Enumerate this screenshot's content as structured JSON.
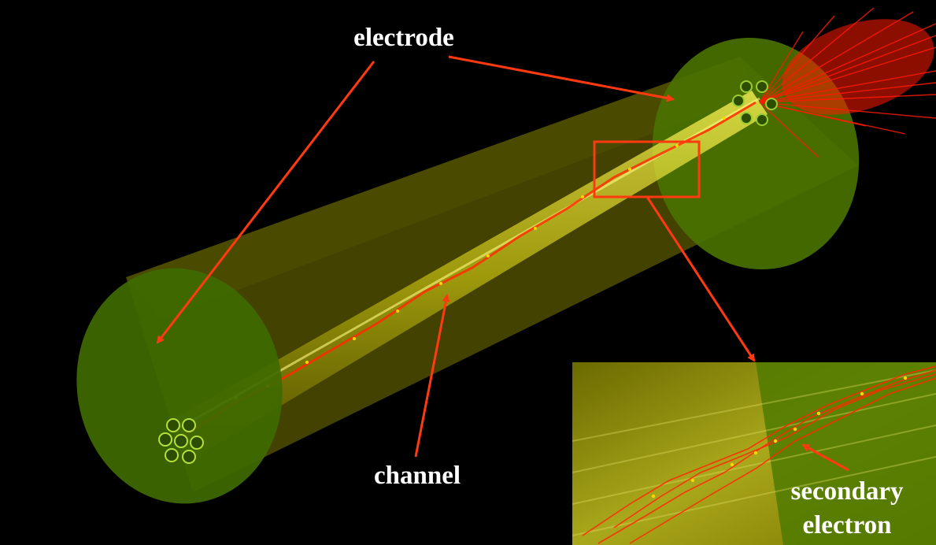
{
  "labels": {
    "electrode": "electrode",
    "channel": "channel",
    "secondary_line1": "secondary",
    "secondary_line2": "electron"
  },
  "colors": {
    "background": "#000000",
    "electrode_disk": "#3f6a00",
    "cylinder_body": "#8a8a00",
    "channel_glow": "#d7d71e",
    "electron_track": "#ff2a00",
    "annotation_arrow": "#ff3a10",
    "label_text": "#ffffff"
  },
  "icons": {
    "arrow": "arrow-icon",
    "highlight_box": "zoom-region-box"
  }
}
